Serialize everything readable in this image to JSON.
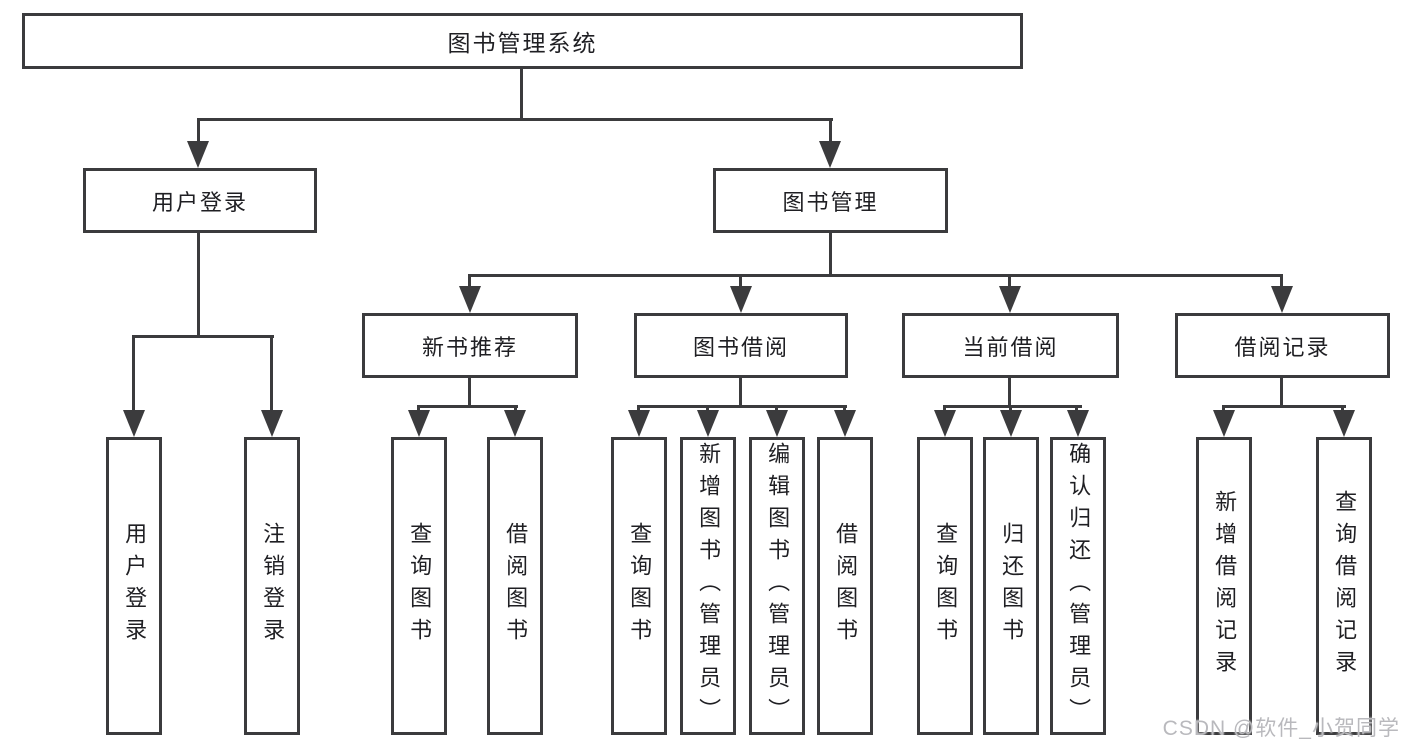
{
  "type": "hierarchy-diagram",
  "watermark": "CSDN @软件_小贺同学",
  "colors": {
    "line": "#3b3b3d",
    "box_border": "#3b3b3d",
    "box_background": "#ffffff",
    "text": "#1f1f23",
    "watermark": "#b9b9bd",
    "background": "#ffffff"
  },
  "tree": {
    "label": "图书管理系统",
    "children": [
      {
        "label": "用户登录",
        "children": [
          {
            "label": "用户登录"
          },
          {
            "label": "注销登录"
          }
        ]
      },
      {
        "label": "图书管理",
        "children": [
          {
            "label": "新书推荐",
            "children": [
              {
                "label": "查询图书"
              },
              {
                "label": "借阅图书"
              }
            ]
          },
          {
            "label": "图书借阅",
            "children": [
              {
                "label": "查询图书"
              },
              {
                "label": "新增图书（管理员）"
              },
              {
                "label": "编辑图书（管理员）"
              },
              {
                "label": "借阅图书"
              }
            ]
          },
          {
            "label": "当前借阅",
            "children": [
              {
                "label": "查询图书"
              },
              {
                "label": "归还图书"
              },
              {
                "label": "确认归还（管理员）"
              }
            ]
          },
          {
            "label": "借阅记录",
            "children": [
              {
                "label": "新增借阅记录"
              },
              {
                "label": "查询借阅记录"
              }
            ]
          }
        ]
      }
    ]
  }
}
